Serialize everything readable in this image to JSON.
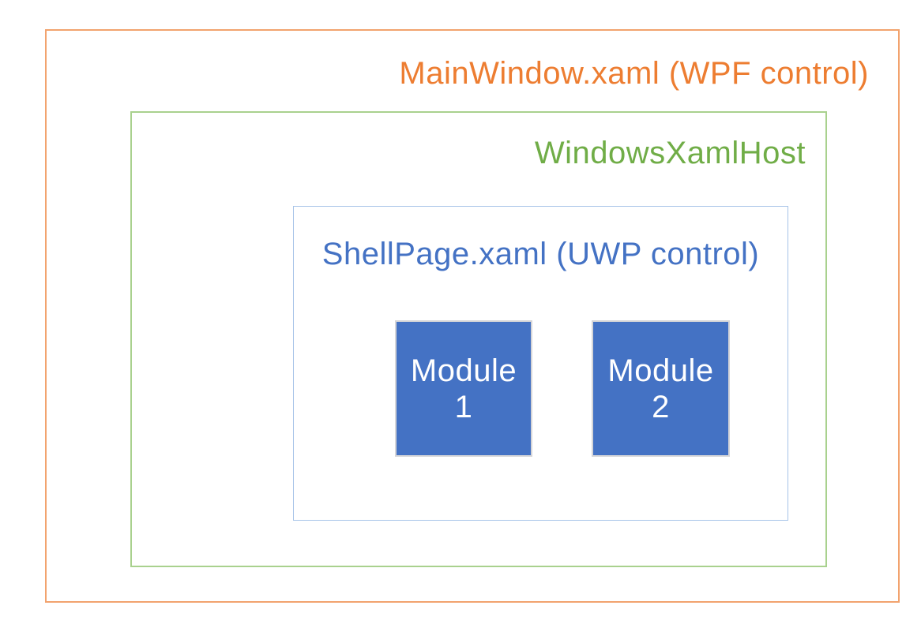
{
  "diagram": {
    "background_color": "#FFFFFF",
    "outer_box": {
      "label": "MainWindow.xaml (WPF control)",
      "text_color": "#ED7D31",
      "border_color": "#F2A36E"
    },
    "host_box": {
      "label": "WindowsXamlHost",
      "text_color": "#70AD47",
      "border_color": "#A9D18E"
    },
    "shell_box": {
      "label": "ShellPage.xaml (UWP control)",
      "text_color": "#4472C4",
      "border_color": "#A7C4E8"
    },
    "modules": [
      {
        "line1": "Module",
        "line2": "1",
        "fill_color": "#4472C4",
        "text_color": "#FFFFFF",
        "border_color": "#D5D5D8"
      },
      {
        "line1": "Module",
        "line2": "2",
        "fill_color": "#4472C4",
        "text_color": "#FFFFFF",
        "border_color": "#D5D5D8"
      }
    ]
  }
}
